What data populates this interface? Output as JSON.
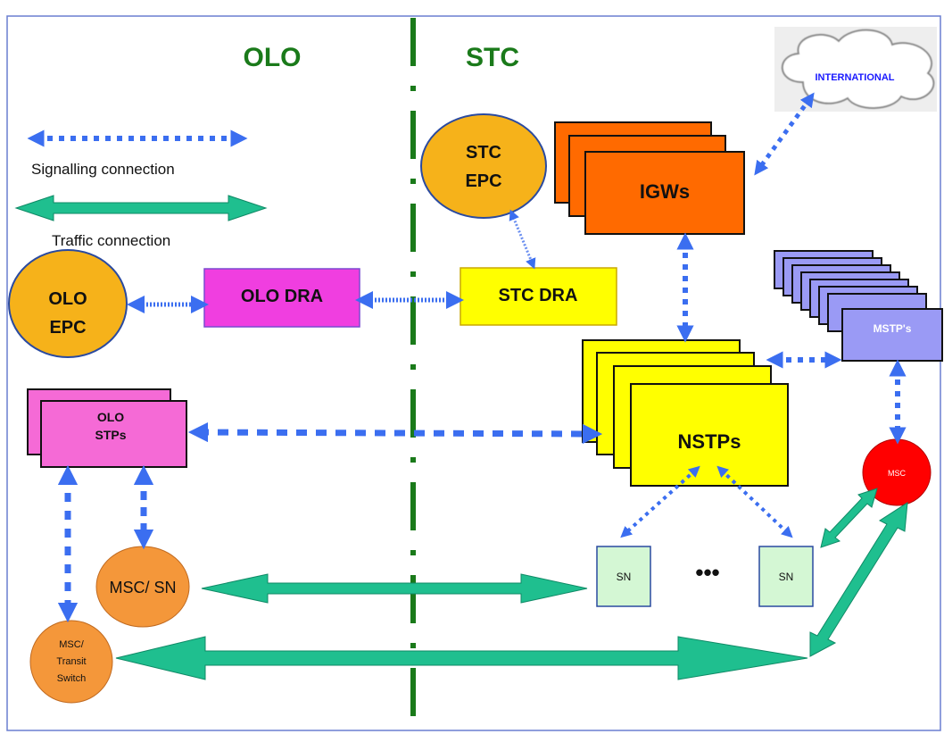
{
  "regions": {
    "left": "OLO",
    "right": "STC"
  },
  "legend": {
    "signalling": "Signalling connection",
    "traffic": "Traffic connection"
  },
  "nodes": {
    "international": "INTERNATIONAL",
    "stc_epc": [
      "STC",
      "EPC"
    ],
    "igws": "IGWs",
    "olo_epc": [
      "OLO",
      "EPC"
    ],
    "olo_dra": "OLO DRA",
    "stc_dra": "STC DRA",
    "mstps": "MSTP's",
    "nstps": "NSTPs",
    "olo_stps": [
      "OLO",
      "STPs"
    ],
    "msc_red": "MSC",
    "msc_sn": "MSC/ SN",
    "sn_left": "SN",
    "sn_right": "SN",
    "ellipsis": "•••",
    "msc_transit": [
      "MSC/",
      "Transit",
      "Switch"
    ]
  },
  "colors": {
    "signalling": "#3b6ef0",
    "traffic": "#1fbf8f",
    "divider": "#1a7a1a",
    "region_label": "#1a7a1a",
    "epc": "#f6b21a",
    "igw": "#ff6a00",
    "olo_dra": "#f03ee0",
    "stc_dra": "#ffff00",
    "mstp": "#9a9af5",
    "nstp": "#ffff00",
    "olo_stp": "#f56ad6",
    "msc_red": "#ff0000",
    "msc_orange": "#f4973a",
    "sn": "#d4f7d4"
  }
}
